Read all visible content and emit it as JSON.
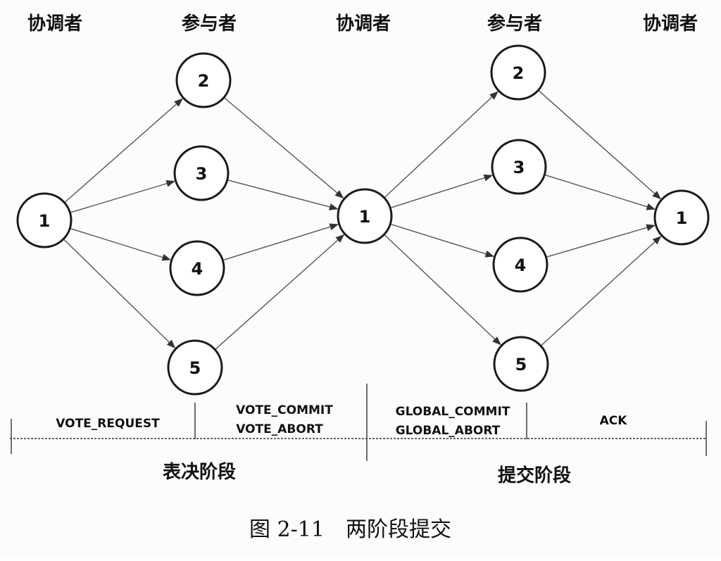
{
  "roles": [
    {
      "id": "role-coordinator-1",
      "label": "协调者"
    },
    {
      "id": "role-participant-1",
      "label": "参与者"
    },
    {
      "id": "role-coordinator-2",
      "label": "协调者"
    },
    {
      "id": "role-participant-2",
      "label": "参与者"
    },
    {
      "id": "role-coordinator-3",
      "label": "协调者"
    }
  ],
  "nodes": [
    {
      "id": "c1",
      "label": "1"
    },
    {
      "id": "p1_2",
      "label": "2"
    },
    {
      "id": "p1_3",
      "label": "3"
    },
    {
      "id": "p1_4",
      "label": "4"
    },
    {
      "id": "p1_5",
      "label": "5"
    },
    {
      "id": "c2",
      "label": "1"
    },
    {
      "id": "p2_2",
      "label": "2"
    },
    {
      "id": "p2_3",
      "label": "3"
    },
    {
      "id": "p2_4",
      "label": "4"
    },
    {
      "id": "p2_5",
      "label": "5"
    },
    {
      "id": "c3",
      "label": "1"
    }
  ],
  "edges": [
    {
      "from": "c1",
      "to": "p1_2"
    },
    {
      "from": "c1",
      "to": "p1_3"
    },
    {
      "from": "c1",
      "to": "p1_4"
    },
    {
      "from": "c1",
      "to": "p1_5"
    },
    {
      "from": "p1_2",
      "to": "c2"
    },
    {
      "from": "p1_3",
      "to": "c2"
    },
    {
      "from": "p1_4",
      "to": "c2"
    },
    {
      "from": "p1_5",
      "to": "c2"
    },
    {
      "from": "c2",
      "to": "p2_2"
    },
    {
      "from": "c2",
      "to": "p2_3"
    },
    {
      "from": "c2",
      "to": "p2_4"
    },
    {
      "from": "c2",
      "to": "p2_5"
    },
    {
      "from": "p2_2",
      "to": "c3"
    },
    {
      "from": "p2_3",
      "to": "c3"
    },
    {
      "from": "p2_4",
      "to": "c3"
    },
    {
      "from": "p2_5",
      "to": "c3"
    }
  ],
  "messages": [
    {
      "id": "msg-vote-request",
      "lines": [
        "VOTE_REQUEST"
      ]
    },
    {
      "id": "msg-vote-commit-abort",
      "lines": [
        "VOTE_COMMIT",
        "VOTE_ABORT"
      ]
    },
    {
      "id": "msg-global-commit-abort",
      "lines": [
        "GLOBAL_COMMIT",
        "GLOBAL_ABORT"
      ]
    },
    {
      "id": "msg-ack",
      "lines": [
        "ACK"
      ]
    }
  ],
  "phases": [
    {
      "id": "phase-voting",
      "label": "表决阶段"
    },
    {
      "id": "phase-commit",
      "label": "提交阶段"
    }
  ],
  "caption": {
    "number": "图 2-11",
    "title": "两阶段提交"
  }
}
